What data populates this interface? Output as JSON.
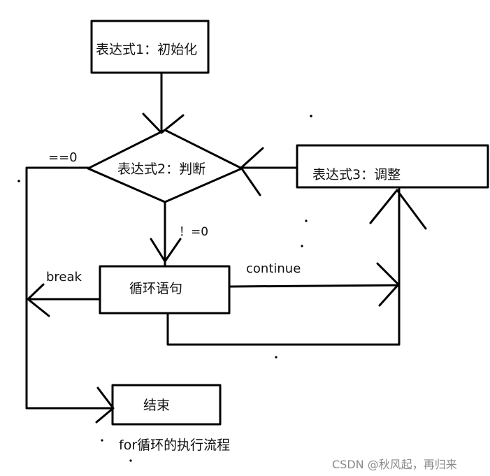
{
  "diagram": {
    "init_label": "表达式1：初始化",
    "cond_label": "表达式2：判断",
    "adjust_label": "表达式3：调整",
    "body_label": "循环语句",
    "end_label": "结束",
    "cond_false_label": "==0",
    "cond_true_label": "！=0",
    "break_label": "break",
    "continue_label": "continue",
    "caption": "for循环的执行流程"
  },
  "watermark": "CSDN @秋风起，再归来"
}
